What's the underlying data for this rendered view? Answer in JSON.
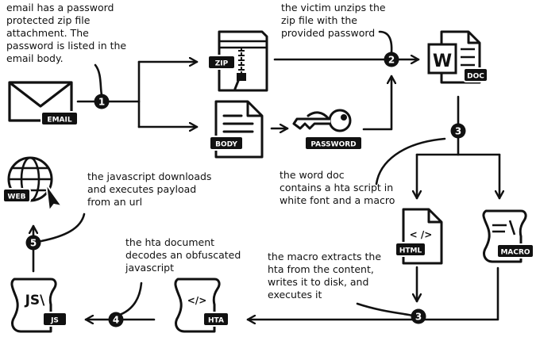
{
  "notes": {
    "email_note": "email has a password\nprotected zip file\nattachment. The\npassword is listed in the\nemail body.",
    "unzip_note": "the victim unzips the\nzip file with the\nprovided password",
    "word_note": "the word doc\ncontains a hta script in\nwhite font and a macro",
    "js_note": "the javascript downloads\nand executes payload\nfrom an url",
    "hta_note": "the hta document\ndecodes an obfuscated\njavascript",
    "macro_note": "the macro extracts the\nhta from the content,\nwrites it to disk, and\nexecutes it"
  },
  "labels": {
    "email": "EMAIL",
    "zip": "ZIP",
    "body": "BODY",
    "password": "PASSWORD",
    "doc": "DOC",
    "word_letter": "W",
    "html": "HTML",
    "html_tag": "< />",
    "macro": "MACRO",
    "hta": "HTA",
    "hta_tag": "</>",
    "js": "JS",
    "js_letters": "JS\\",
    "web": "WEB"
  },
  "steps": {
    "s1": "1",
    "s2": "2",
    "s3a": "3",
    "s3b": "3",
    "s4": "4",
    "s5": "5"
  },
  "colors": {
    "ink": "#111111",
    "background": "#ffffff"
  }
}
